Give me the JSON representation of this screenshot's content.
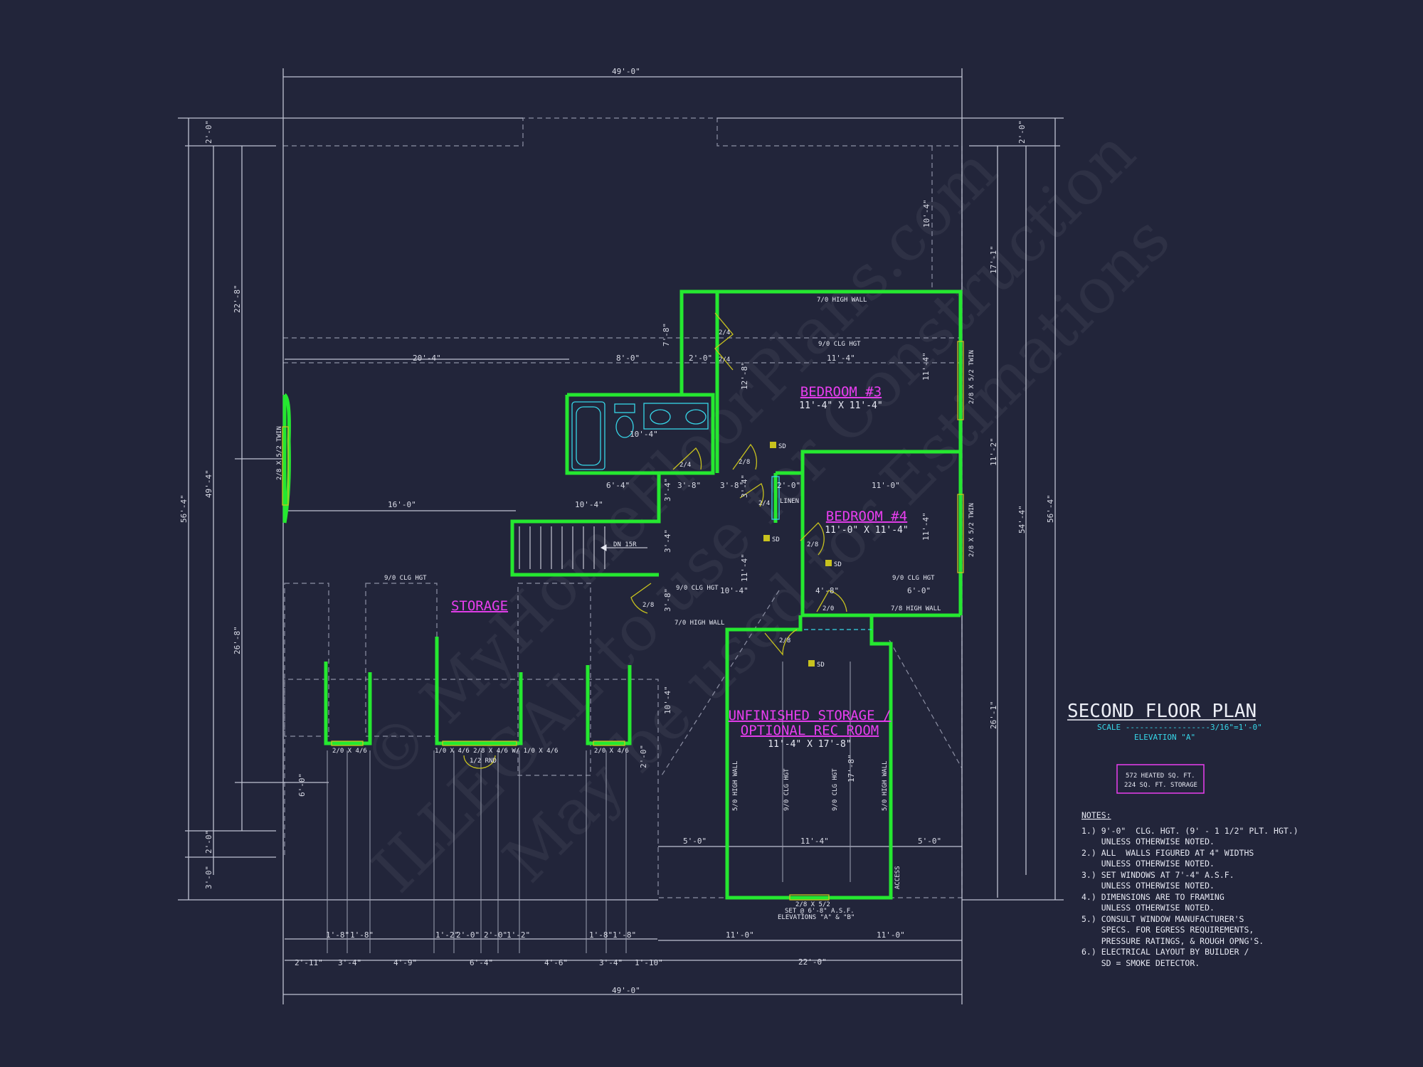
{
  "title_block": {
    "title": "SECOND FLOOR PLAN",
    "scale_line": "SCALE ------------------3/16\"=1'-0\"",
    "elevation": "ELEVATION \"A\"",
    "area_heated": "572 HEATED SQ. FT.",
    "area_storage": "224 SQ. FT. STORAGE"
  },
  "notes": {
    "heading": "NOTES:",
    "lines": [
      "1.) 9'-0\"  CLG. HGT. (9' - 1 1/2\" PLT. HGT.)",
      "    UNLESS OTHERWISE NOTED.",
      "2.) ALL  WALLS FIGURED AT 4\" WIDTHS",
      "    UNLESS OTHERWISE NOTED.",
      "3.) SET WINDOWS AT 7'-4\" A.S.F.",
      "    UNLESS OTHERWISE NOTED.",
      "4.) DIMENSIONS ARE TO FRAMING",
      "    UNLESS OTHERWISE NOTED.",
      "5.) CONSULT WINDOW MANUFACTURER'S",
      "    SPECS. FOR EGRESS REQUIREMENTS,",
      "    PRESSURE RATINGS, & ROUGH OPNG'S.",
      "6.) ELECTRICAL LAYOUT BY BUILDER /",
      "    SD = SMOKE DETECTOR."
    ]
  },
  "rooms": {
    "bedroom3": {
      "name": "BEDROOM #3",
      "size": "11'-4\" X 11'-4\""
    },
    "bedroom4": {
      "name": "BEDROOM #4",
      "size": "11'-0\" X 11'-4\""
    },
    "storage": {
      "name": "STORAGE"
    },
    "unfinished": {
      "line1": "UNFINISHED STORAGE /",
      "line2": "OPTIONAL REC ROOM",
      "size": "11'-4\" X 17'-8\""
    }
  },
  "labels": {
    "high_wall_7": "7/0 HIGH WALL",
    "clg_hgt_9": "9/0 CLG HGT",
    "high_wall_5": "5/0 HIGH WALL",
    "high_wall_7b": "7/8 HIGH WALL",
    "linen": "LINEN",
    "dn": "DN 15R",
    "sd": "SD",
    "access": "ACCESS",
    "win_twin": "2/8 X 5/2 TWIN",
    "win_416": "2/0 X 4/6",
    "win_front": "1/0 X 4/6 2/8 X 4/6 W/ 1/0 X 4/6",
    "win_half_rnd": "1/2 RND",
    "win_rear": "2/8 X 5/2",
    "win_rear_note1": "SET @ 6'-8\" A.S.F.",
    "win_rear_note2": "ELEVATIONS \"A\" & \"B\""
  },
  "dims": {
    "top": "49'-0\"",
    "bottom": "49'-0\"",
    "left_outer": "56'-4\"",
    "right_outer": "56'-4\"",
    "left_mid": "49'-4\"",
    "right_mid": "54'-4\"",
    "left_22_8": "22'-8\"",
    "left_26_8": "26'-8\"",
    "two_0": "2'-0\"",
    "three_0": "3'-0\"",
    "d20_4": "20'-4\"",
    "d8_0": "8'-0\"",
    "d2_0": "2'-0\"",
    "d16_0": "16'-0\"",
    "d10_4": "10'-4\"",
    "d6_4": "6'-4\"",
    "d3_8": "3'-8\"",
    "d3_4": "3'-4\"",
    "d11_4": "11'-4\"",
    "d11_0": "11'-0\"",
    "d7_8": "7'-8\"",
    "d12_8": "12'-8\"",
    "d17_1": "17'-1\"",
    "d11_2": "11'-2\"",
    "d26_1": "26'-1\"",
    "d6_0": "6'-0\"",
    "d4_8": "4'-8\"",
    "d5_0": "5'-0\"",
    "d17_8": "17'-8\"",
    "d22_0": "22'-0\"",
    "b2_11": "2'-11\"",
    "b3_4": "3'-4\"",
    "b4_9": "4'-9\"",
    "b6_4": "6'-4\"",
    "b4_6": "4'-6\"",
    "b1_10": "1'-10\"",
    "b1_8": "1'-8\"",
    "b1_2": "1'-2\"",
    "door_24": "2/4",
    "door_28": "2/8",
    "door_20": "2/0"
  },
  "watermark": {
    "line1": "© MyHomeFloorPlans.com",
    "line2": "ILLEGAL to use for Construction",
    "line3": "May be used for Estimations"
  },
  "colors": {
    "background": "#22253a",
    "wall": "#25e830",
    "dim_line": "#bfc2d2",
    "room_label": "#e93ef0",
    "cyan_text": "#37d6e8",
    "sd_box": "#c8c21e"
  }
}
